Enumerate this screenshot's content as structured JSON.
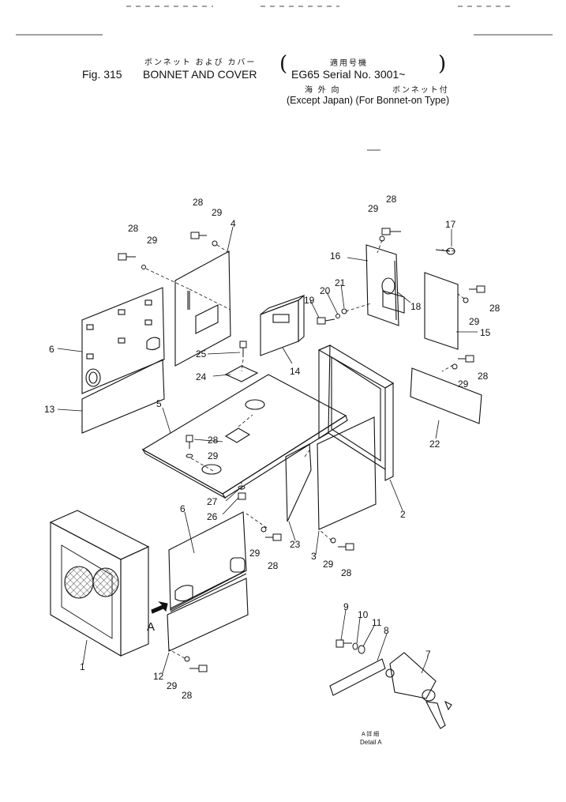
{
  "header": {
    "fig_label": "Fig. 315",
    "title_jp": "ボンネット および カバー",
    "title_en": "BONNET AND COVER",
    "applicable_jp": "適用号機",
    "model_serial": "EG65 Serial No. 3001~",
    "note_jp_1": "海 外 向",
    "note_jp_2": "ボンネット付",
    "note_en": "(Except Japan) (For Bonnet-on Type)"
  },
  "detail": {
    "label_jp": "A 詳 細",
    "label_en": "Detail A",
    "view_marker": "A"
  },
  "callouts": [
    "1",
    "2",
    "3",
    "4",
    "5",
    "6",
    "7",
    "8",
    "9",
    "10",
    "11",
    "12",
    "13",
    "14",
    "15",
    "16",
    "17",
    "18",
    "19",
    "20",
    "21",
    "22",
    "23",
    "24",
    "25",
    "26",
    "27",
    "28",
    "29"
  ]
}
